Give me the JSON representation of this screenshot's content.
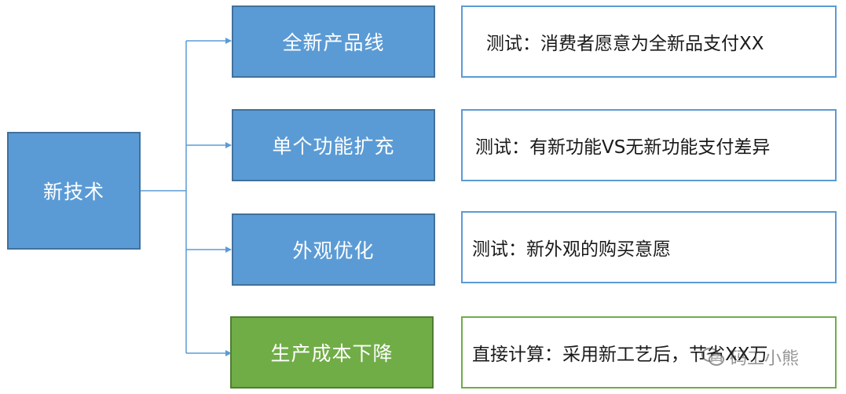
{
  "root": {
    "label": "新技术"
  },
  "branches": [
    {
      "label": "全新产品线",
      "note": "测试：消费者愿意为全新品支付XX"
    },
    {
      "label": "单个功能扩充",
      "note": "测试：有新功能VS无新功能支付差异"
    },
    {
      "label": "外观优化",
      "note": "测试：新外观的购买意愿"
    },
    {
      "label": "生产成本下降",
      "note": "直接计算：采用新工艺后，节省XX万"
    }
  ],
  "watermark": {
    "text": "码工小熊",
    "icon": "wechat-icon"
  },
  "colors": {
    "blue_fill": "#5b9bd5",
    "blue_border": "#41719c",
    "green_fill": "#70ad47",
    "green_border": "#507e32",
    "connector": "#5b9bd5"
  }
}
